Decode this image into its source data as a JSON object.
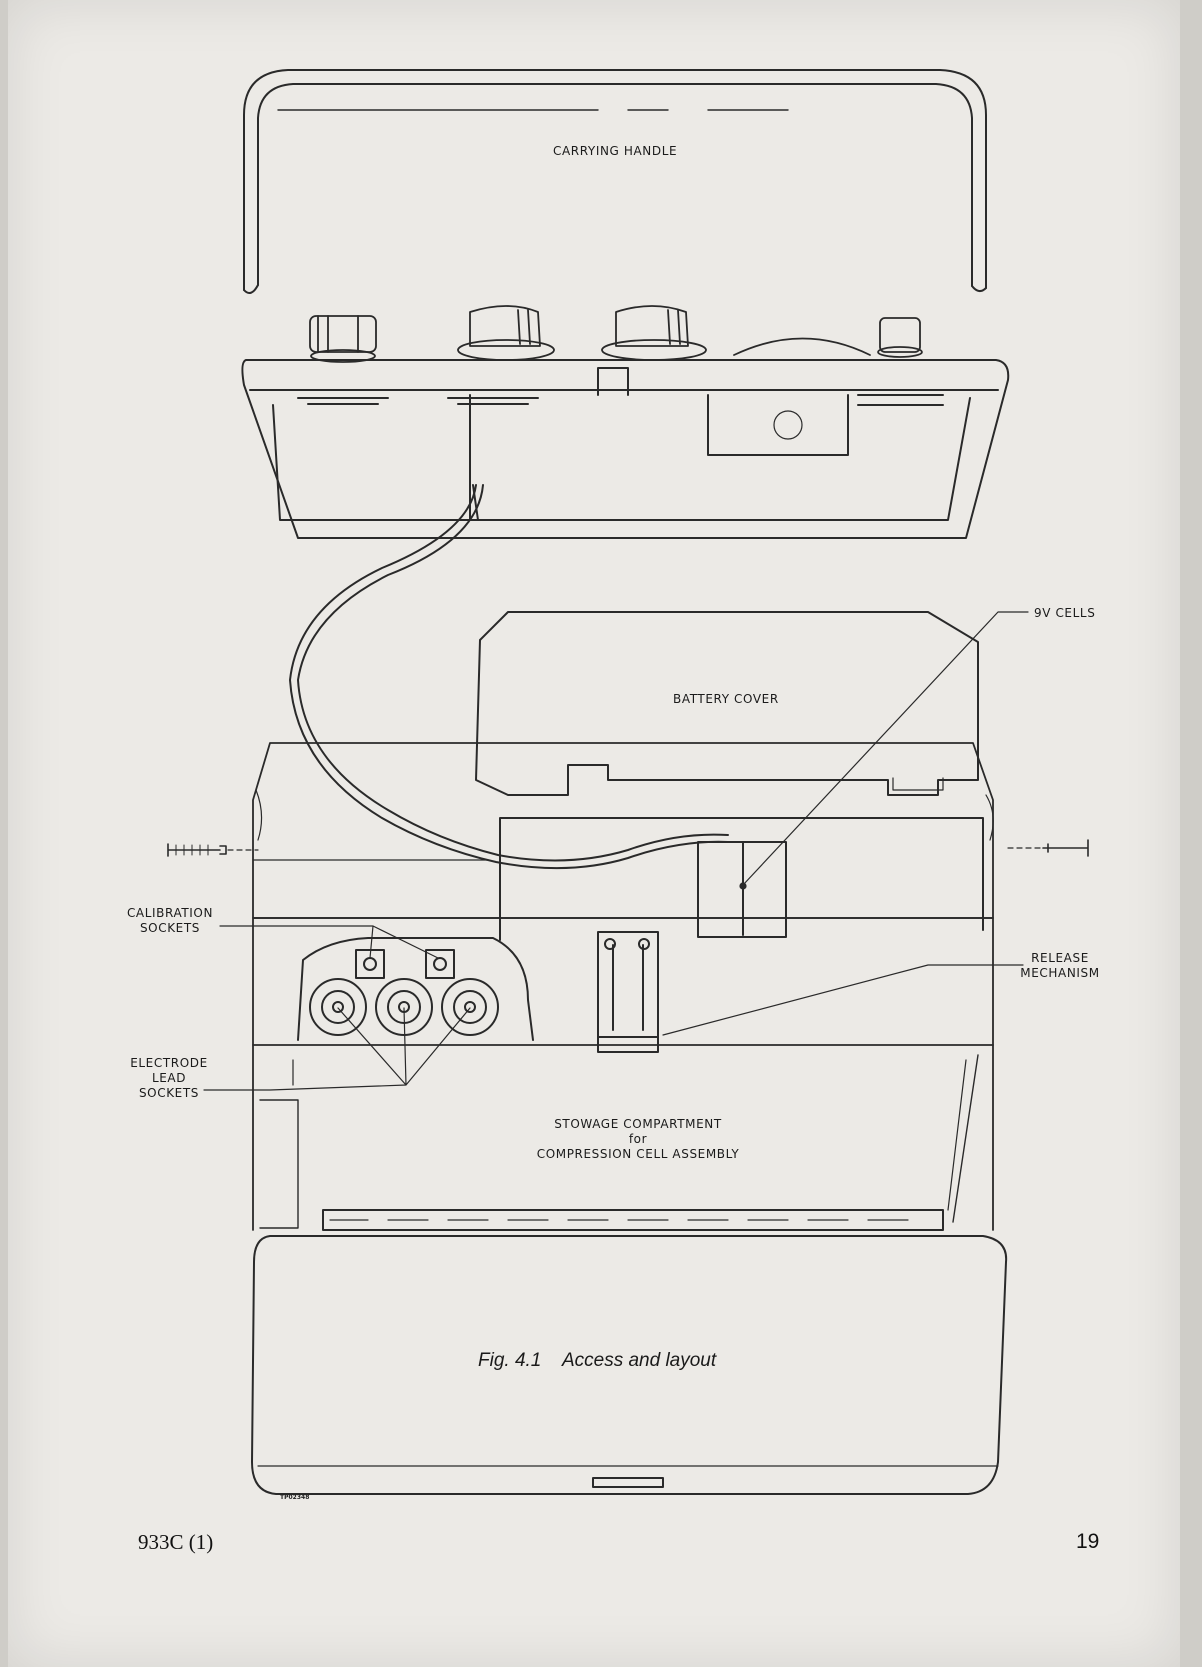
{
  "figure": {
    "labels": {
      "carrying_handle": "CARRYING HANDLE",
      "nine_v_cells": "9V CELLS",
      "battery_cover": "BATTERY COVER",
      "calibration_sockets": [
        "CALIBRATION",
        "SOCKETS"
      ],
      "release_mechanism": [
        "RELEASE",
        "MECHANISM"
      ],
      "electrode_lead_sockets": [
        "ELECTRODE",
        "LEAD",
        "SOCKETS"
      ],
      "stowage_compartment": [
        "STOWAGE COMPARTMENT",
        "for",
        "COMPRESSION CELL ASSEMBLY"
      ],
      "drawing_ref": "TP02348"
    },
    "caption": {
      "number": "Fig. 4.1",
      "title": "Access and layout"
    }
  },
  "footer": {
    "doc_code": "933C (1)",
    "page_number": "19"
  }
}
